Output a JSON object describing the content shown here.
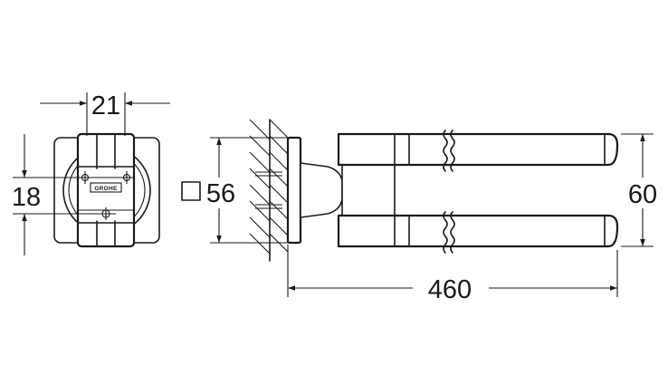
{
  "drawing": {
    "dim_width": "21",
    "dim_center_height": "18",
    "dim_plate_square": "56",
    "dim_arm_height": "60",
    "dim_length": "460",
    "brand_label": "GROHE"
  }
}
